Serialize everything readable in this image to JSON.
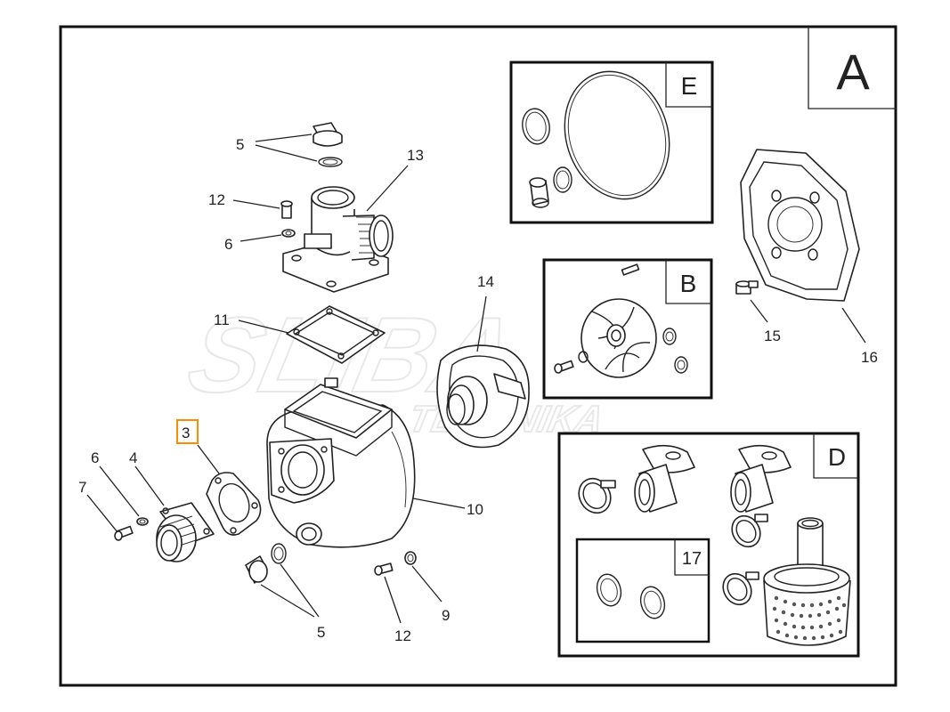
{
  "diagram": {
    "sheet_letter": "A",
    "highlighted_callout": "3",
    "accent_color": "#ff8c00",
    "watermark": [
      "SLIBA",
      "TECHNIKA"
    ],
    "insets": [
      {
        "id": "E",
        "label": "E"
      },
      {
        "id": "B",
        "label": "B"
      },
      {
        "id": "D",
        "label": "D"
      },
      {
        "id": "17",
        "label": "17"
      }
    ],
    "callouts": {
      "c5_top": "5",
      "c13": "13",
      "c12_top": "12",
      "c6_top": "6",
      "c11": "11",
      "c14": "14",
      "c15": "15",
      "c16": "16",
      "c3": "3",
      "c6_left": "6",
      "c4": "4",
      "c7": "7",
      "c10": "10",
      "c5_bottom": "5",
      "c12_bottom": "12",
      "c9": "9"
    }
  }
}
